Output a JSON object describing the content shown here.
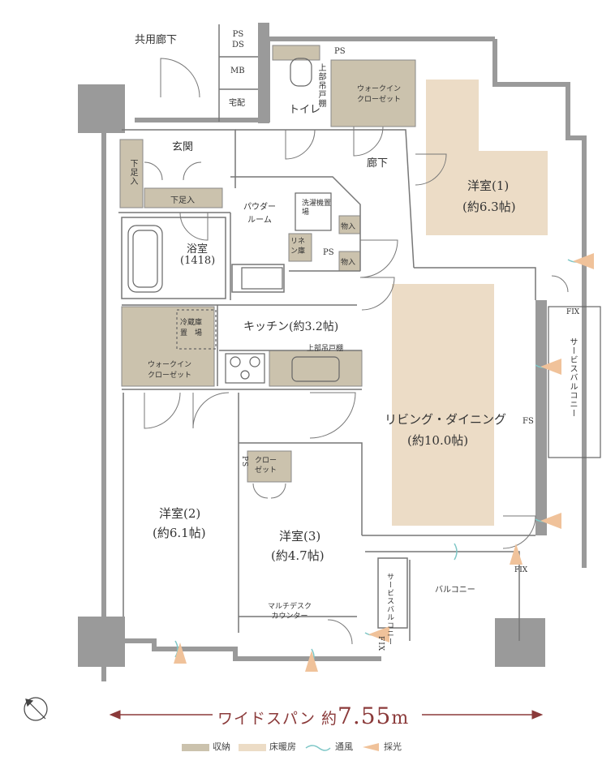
{
  "rooms": {
    "common_corridor": "共用廊下",
    "ps_ds": "PS\nDS",
    "mb": "MB",
    "delivery_box": "宅配",
    "ps_top": "PS",
    "upper_cabinet_vertical": "上部吊戸棚",
    "toilet": "トイレ",
    "walk_in_closet_1": "ウォークイン\nクローゼット",
    "entrance": "玄関",
    "corridor": "廊下",
    "shoe_cabinet_1": "下足入",
    "shoe_cabinet_2": "下足入",
    "powder_room": "パウダー\nルーム",
    "washing_machine_area": "洗濯機置場",
    "storage_1": "物入",
    "storage_2": "物入",
    "linen_cabinet": "リネン庫",
    "ps_mid": "PS",
    "bathroom": "浴室",
    "bathroom_size": "(1418)",
    "western_room_1": "洋室(1)",
    "western_room_1_size": "(約6.3帖)",
    "refrigerator_area": "冷蔵庫\n置　場",
    "kitchen": "キッチン(約3.2帖)",
    "upper_cabinet_kitchen": "上部吊戸棚",
    "walk_in_closet_2": "ウォークイン\nクローゼット",
    "fix_1": "FIX",
    "service_balcony_right": "サービスバルコニー",
    "fs": "FS",
    "living_dining": "リビング・ダイニング",
    "living_dining_size": "(約10.0帖)",
    "ps_lower": "PS",
    "closet": "クロー\nゼット",
    "western_room_2": "洋室(2)",
    "western_room_2_size": "(約6.1帖)",
    "western_room_3": "洋室(3)",
    "western_room_3_size": "(約4.7帖)",
    "fix_2": "FIX",
    "service_balcony_bottom": "サービスバルコニー",
    "balcony": "バルコニー",
    "multi_desk_counter": "マルチデスク\nカウンター",
    "fix_3": "FIX"
  },
  "span": {
    "prefix": "ワイドスパン 約",
    "value": "7.55",
    "unit": "m"
  },
  "legend": [
    {
      "label": "収納",
      "color": "#cbc2ad"
    },
    {
      "label": "床暖房",
      "color": "#ecdcc6"
    },
    {
      "label": "通風",
      "color": "#7fc7c7"
    },
    {
      "label": "採光",
      "color": "#f0c29a"
    }
  ],
  "colors": {
    "wall": "#9a9a9a",
    "storage": "#cbc2ad",
    "floor_heating": "#ecdcc6",
    "accent": "#8b3a3a"
  }
}
